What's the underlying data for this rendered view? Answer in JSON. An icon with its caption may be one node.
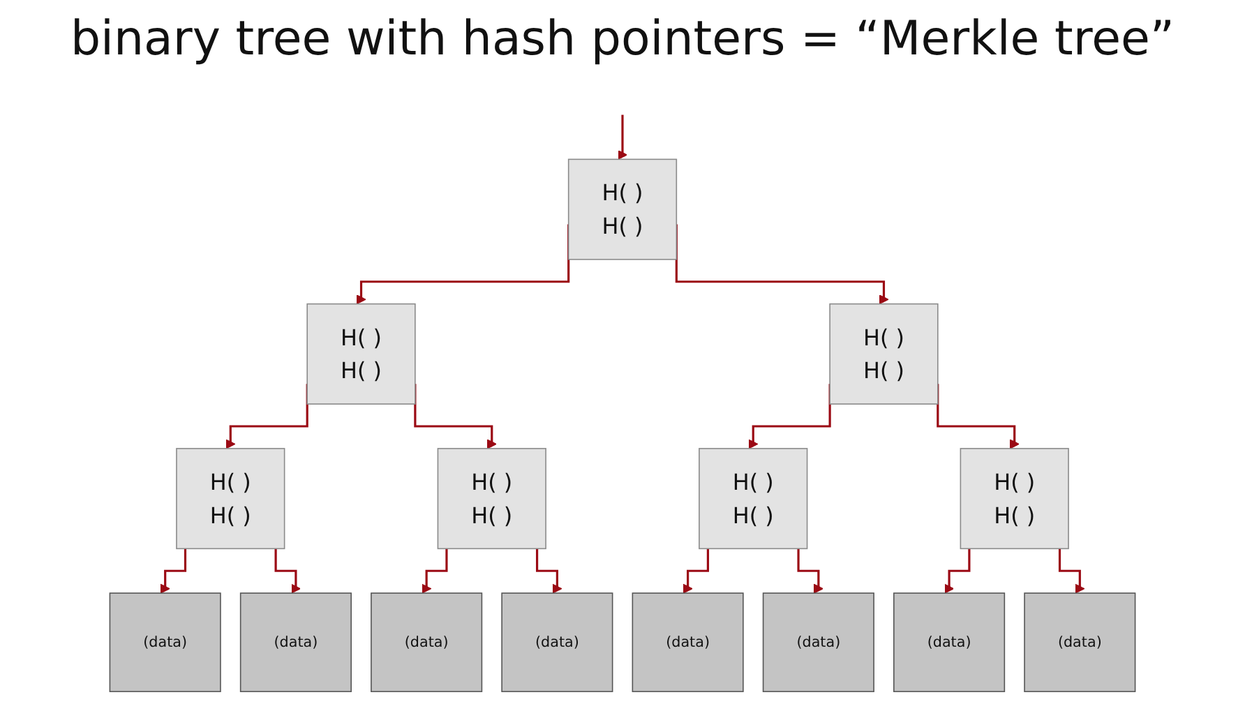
{
  "diagram": {
    "title": "binary tree with hash pointers = “Merkle tree”",
    "nodes": [
      {
        "text": [
          "H( )",
          "H( )"
        ]
      },
      {
        "text": [
          "H( )",
          "H( )"
        ]
      },
      {
        "text": [
          "H( )",
          "H( )"
        ]
      },
      {
        "text": [
          "H( )",
          "H( )"
        ]
      },
      {
        "text": [
          "H( )",
          "H( )"
        ]
      },
      {
        "text": [
          "H( )",
          "H( )"
        ]
      },
      {
        "text": [
          "H( )",
          "H( )"
        ]
      },
      {
        "text": [
          "(data)"
        ]
      },
      {
        "text": [
          "(data)"
        ]
      },
      {
        "text": [
          "(data)"
        ]
      },
      {
        "text": [
          "(data)"
        ]
      },
      {
        "text": [
          "(data)"
        ]
      },
      {
        "text": [
          "(data)"
        ]
      },
      {
        "text": [
          "(data)"
        ]
      },
      {
        "text": [
          "(data)"
        ]
      }
    ],
    "edges": [
      {
        "from": null,
        "to": 0,
        "arrow": "to"
      },
      {
        "from": 0,
        "to": 1,
        "arrow": "to"
      },
      {
        "from": 0,
        "to": 2,
        "arrow": "to"
      },
      {
        "from": 1,
        "to": 3,
        "arrow": "to"
      },
      {
        "from": 1,
        "to": 4,
        "arrow": "to"
      },
      {
        "from": 2,
        "to": 5,
        "arrow": "to"
      },
      {
        "from": 2,
        "to": 6,
        "arrow": "to"
      },
      {
        "from": 3,
        "to": 7,
        "arrow": "to"
      },
      {
        "from": 3,
        "to": 8,
        "arrow": "to"
      },
      {
        "from": 4,
        "to": 9,
        "arrow": "to"
      },
      {
        "from": 4,
        "to": 10,
        "arrow": "to"
      },
      {
        "from": 5,
        "to": 11,
        "arrow": "to"
      },
      {
        "from": 5,
        "to": 12,
        "arrow": "to"
      },
      {
        "from": 6,
        "to": 13,
        "arrow": "to"
      },
      {
        "from": 6,
        "to": 14,
        "arrow": "to"
      }
    ]
  }
}
